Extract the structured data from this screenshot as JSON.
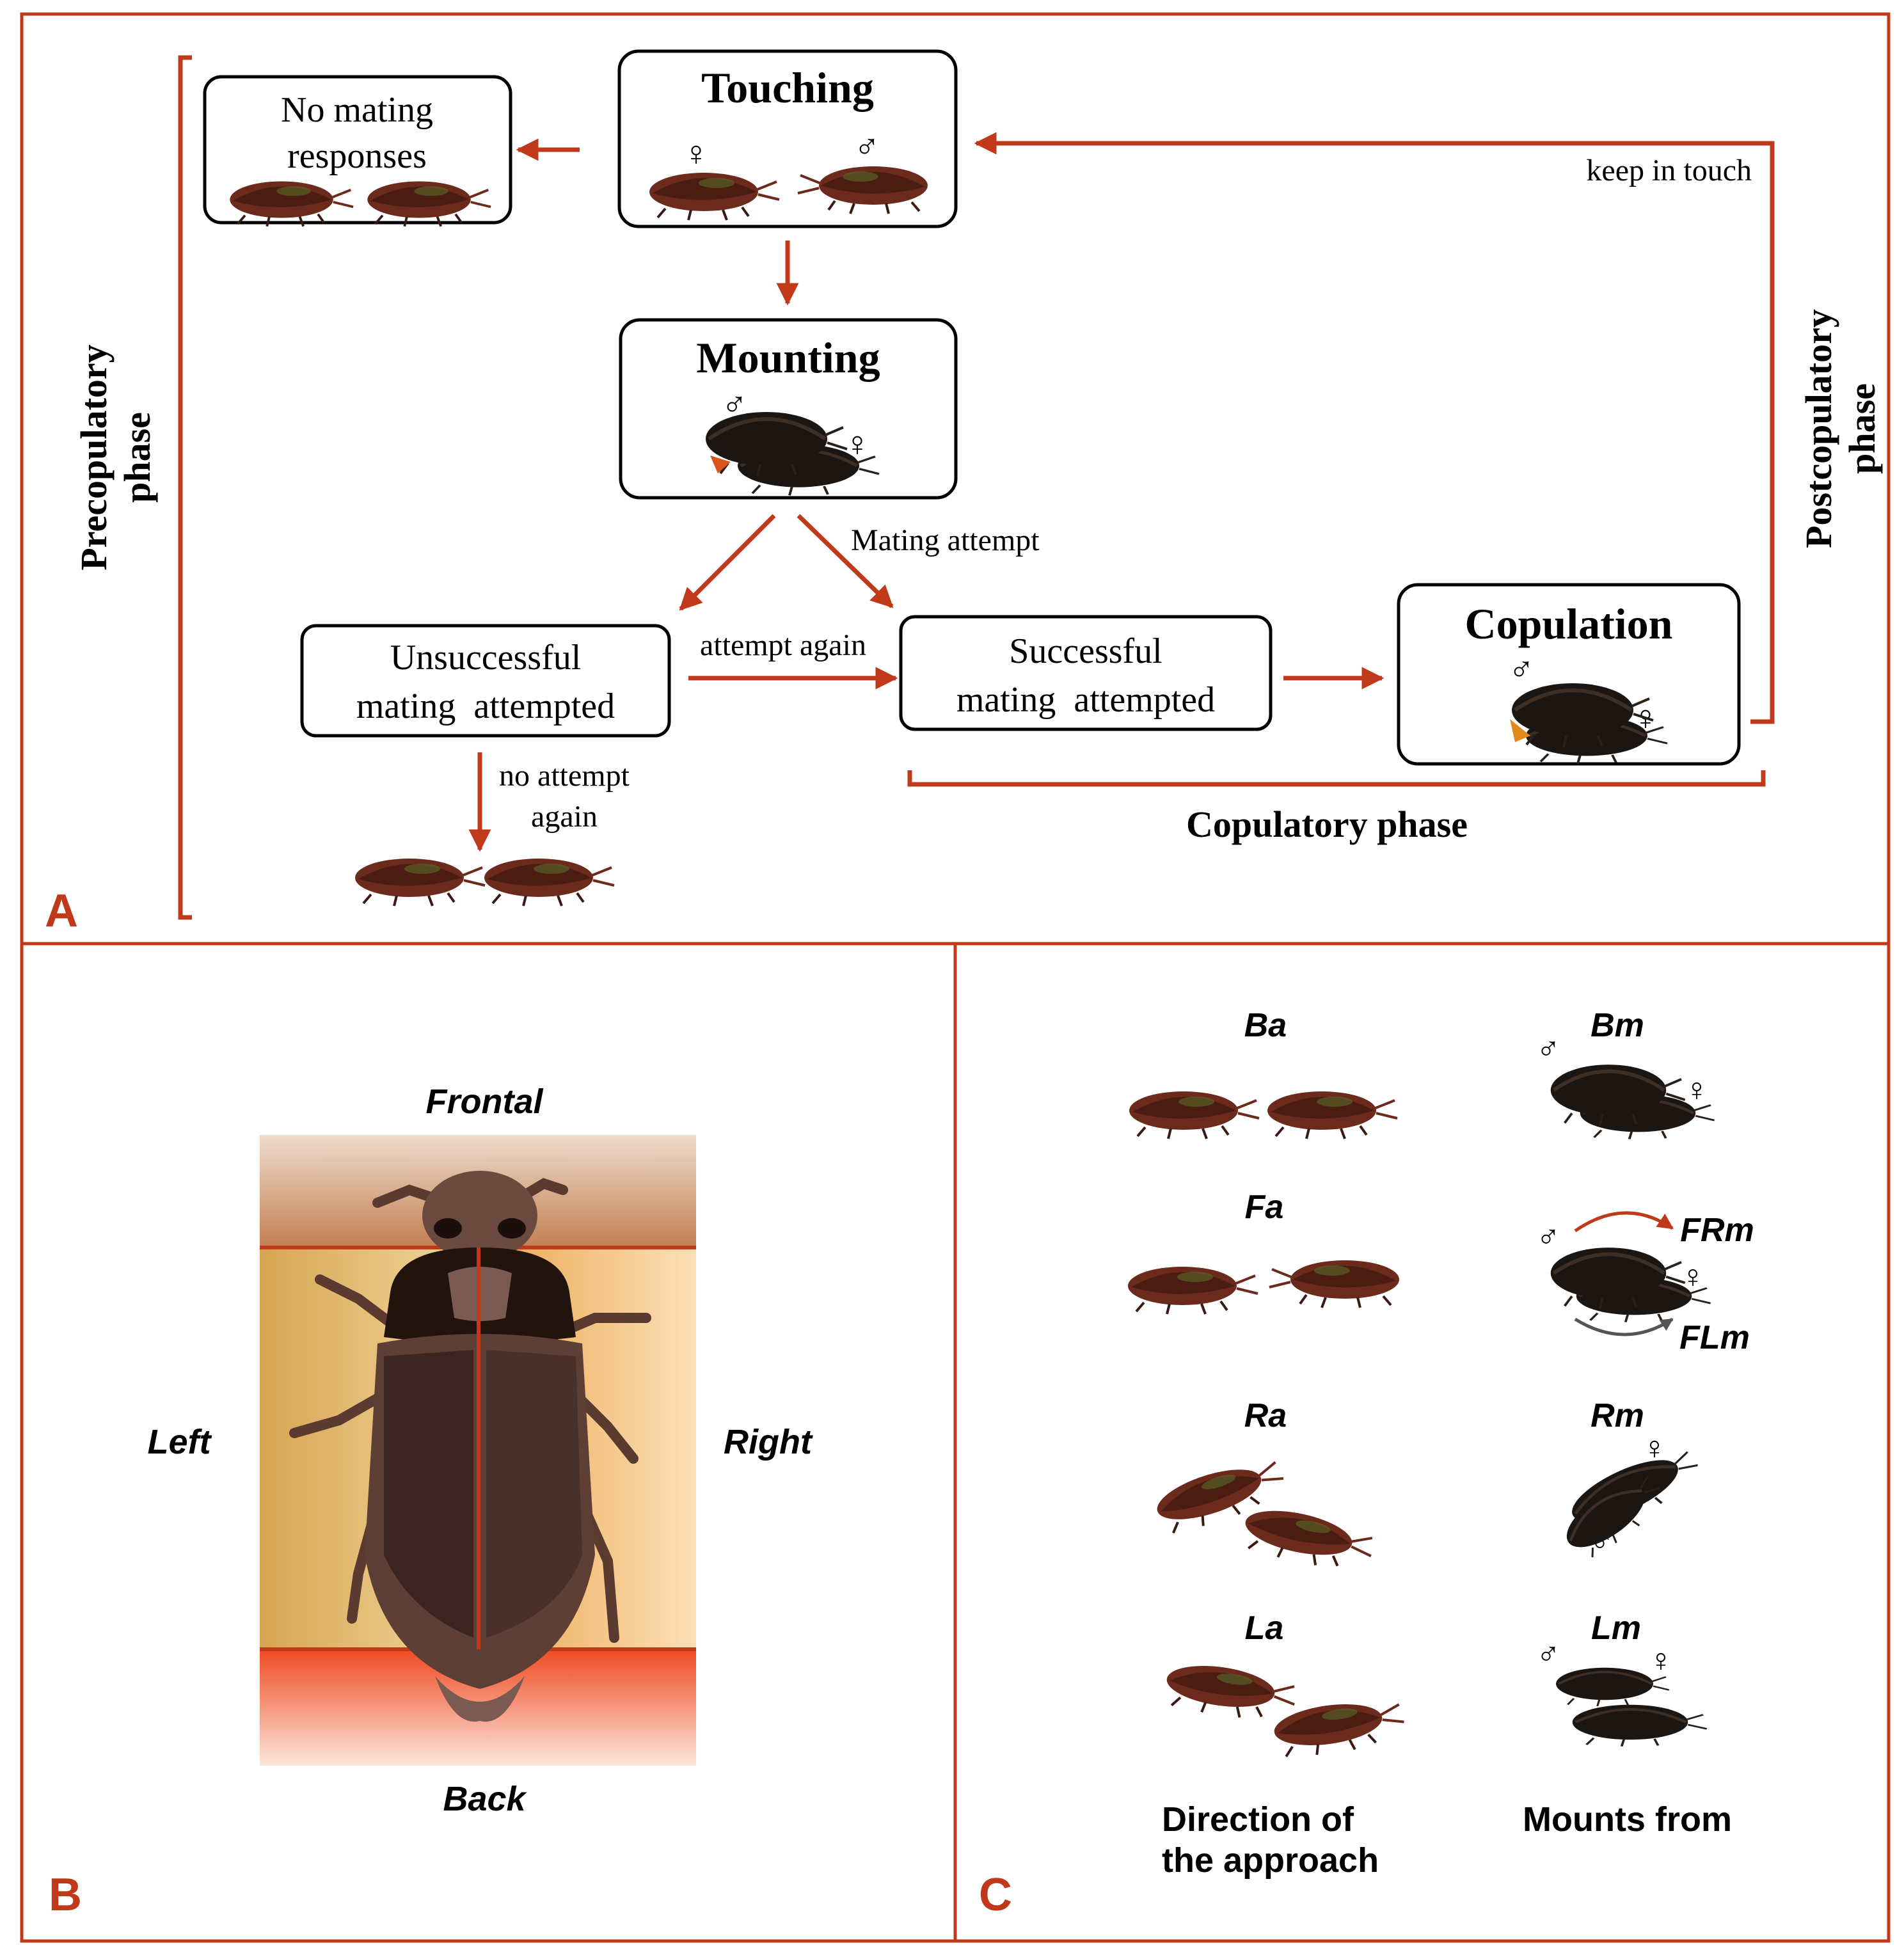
{
  "colors": {
    "frame": "#c0391b",
    "arrow": "#c0391b",
    "box_border": "#000000",
    "beetle_reddish": "#6b2a1c",
    "beetle_dark": "#1c1612",
    "region_frontal": "#c98a5e",
    "region_side": "#f2c98a",
    "region_back": "#f0542a",
    "beetle_body": "#5e3f36"
  },
  "panel_a": {
    "letter": "A",
    "boxes": {
      "touching": {
        "title": "Touching",
        "female": "♀",
        "male": "♂"
      },
      "no_mating": {
        "line1": "No mating",
        "line2": "responses"
      },
      "mounting": {
        "title": "Mounting",
        "male": "♂",
        "female": "♀"
      },
      "unsuccessful": {
        "line1": "Unsuccessful",
        "line2": "mating  attempted"
      },
      "successful": {
        "line1": "Successful",
        "line2": "mating  attempted"
      },
      "copulation": {
        "title": "Copulation",
        "male": "♂",
        "female": "♀"
      }
    },
    "labels": {
      "keep_in_touch": "keep in touch",
      "mating_attempt": "Mating attempt",
      "attempt_again": "attempt again",
      "no_attempt_line1": "no attempt",
      "no_attempt_line2": "again"
    },
    "phases": {
      "precopulatory_line1": "Precopulatory",
      "precopulatory_line2": "phase",
      "postcopulatory_line1": "Postcopulatory",
      "postcopulatory_line2": "phase",
      "copulatory": "Copulatory phase"
    }
  },
  "panel_b": {
    "letter": "B",
    "labels": {
      "frontal": "Frontal",
      "left": "Left",
      "right": "Right",
      "back": "Back"
    }
  },
  "panel_c": {
    "letter": "C",
    "approach": [
      "Ba",
      "Fa",
      "Ra",
      "La"
    ],
    "mounts": {
      "bm": "Bm",
      "frm": "FRm",
      "flm": "FLm",
      "rm": "Rm",
      "lm": "Lm",
      "male": "♂",
      "female": "♀"
    },
    "footer": {
      "approach_line1": "Direction of",
      "approach_line2": "the approach",
      "mounts": "Mounts from"
    }
  }
}
